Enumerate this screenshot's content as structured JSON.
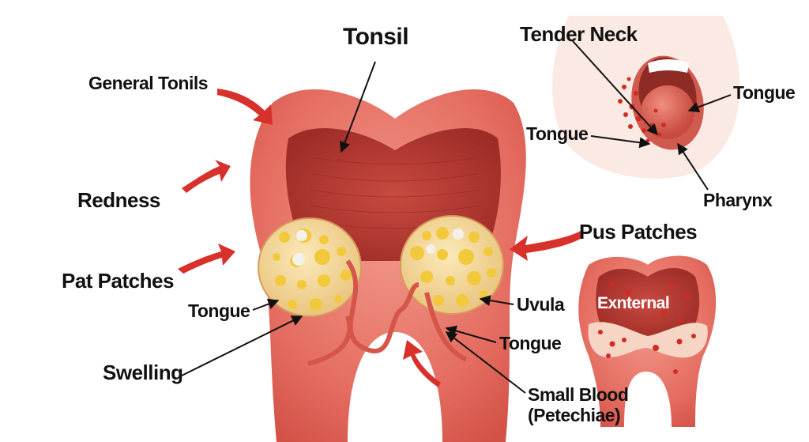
{
  "diagram": {
    "title": "Tonsil",
    "colors": {
      "tissue": "#e8766a",
      "tissue_dark": "#c9453f",
      "inner": "#b83a33",
      "pus": "#f4d36a",
      "pus_dark": "#e8b830",
      "arrow_red": "#d8302a",
      "text": "#111111",
      "skin": "#fbe9e3"
    },
    "main_labels": {
      "title": "Tonsil",
      "general_tonsils": "General Tonils",
      "redness": "Redness",
      "fat_patches": "Pat Patches",
      "tongue_left": "Tongue",
      "swelling": "Swelling",
      "pus_patches": "Pus Patches",
      "uvula": "Uvula",
      "tongue_right": "Tongue",
      "small_blood_line1": "Small Blood",
      "small_blood_line2": "(Petechiae)"
    },
    "face_inset": {
      "tender_neck": "Tender Neck",
      "tongue_upper": "Tongue",
      "tongue_left": "Tongue",
      "pharynx": "Pharynx"
    },
    "external_inset": {
      "label": "Exnternal"
    }
  }
}
